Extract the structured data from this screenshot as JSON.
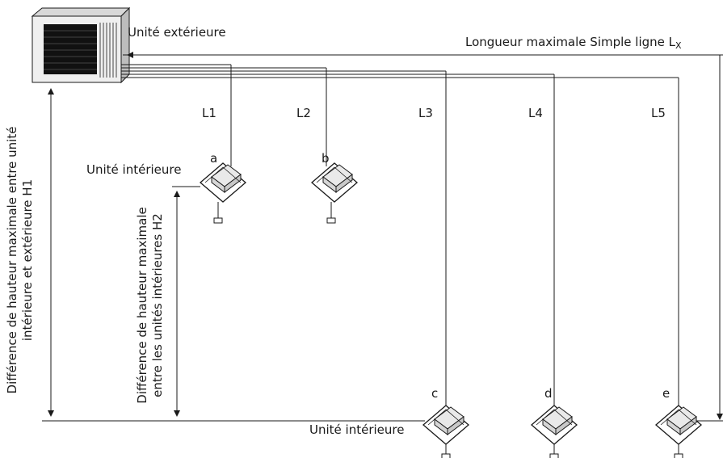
{
  "outdoor_unit_label": "Unité extérieure",
  "max_length_label": "Longueur maximale Simple ligne L",
  "max_length_subscript": "X",
  "indoor_unit_label_top": "Unité intérieure",
  "indoor_unit_label_bottom": "Unité intérieure",
  "h1_label_line1": "Différence de hauteur maximale entre unité",
  "h1_label_line2": "intérieure et extérieure H1",
  "h2_label_line1": "Différence de hauteur maximale",
  "h2_label_line2": "entre les unités intérieures H2",
  "line_labels": [
    "L1",
    "L2",
    "L3",
    "L4",
    "L5"
  ],
  "unit_letters": [
    "a",
    "b",
    "c",
    "d",
    "e"
  ]
}
